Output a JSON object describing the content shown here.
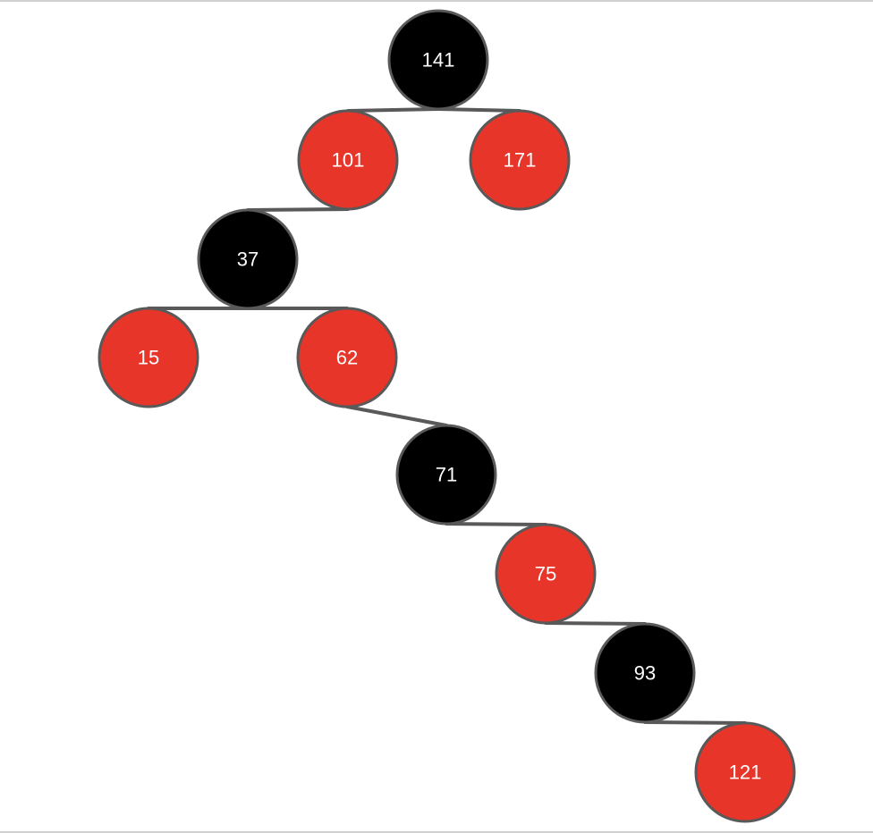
{
  "diagram": {
    "type": "red-black-tree",
    "colors": {
      "red": "#e8352a",
      "black": "#000000",
      "edge": "#595959",
      "outline": "#595959",
      "label": "#ffffff"
    },
    "nodes": [
      {
        "id": "n141",
        "label": "141",
        "color": "black",
        "parent": null
      },
      {
        "id": "n101",
        "label": "101",
        "color": "red",
        "parent": "n141"
      },
      {
        "id": "n171",
        "label": "171",
        "color": "red",
        "parent": "n141"
      },
      {
        "id": "n37",
        "label": "37",
        "color": "black",
        "parent": "n101"
      },
      {
        "id": "n15",
        "label": "15",
        "color": "red",
        "parent": "n37"
      },
      {
        "id": "n62",
        "label": "62",
        "color": "red",
        "parent": "n37"
      },
      {
        "id": "n71",
        "label": "71",
        "color": "black",
        "parent": "n62"
      },
      {
        "id": "n75",
        "label": "75",
        "color": "red",
        "parent": "n71"
      },
      {
        "id": "n93",
        "label": "93",
        "color": "black",
        "parent": "n75"
      },
      {
        "id": "n121",
        "label": "121",
        "color": "red",
        "parent": "n93"
      }
    ]
  }
}
